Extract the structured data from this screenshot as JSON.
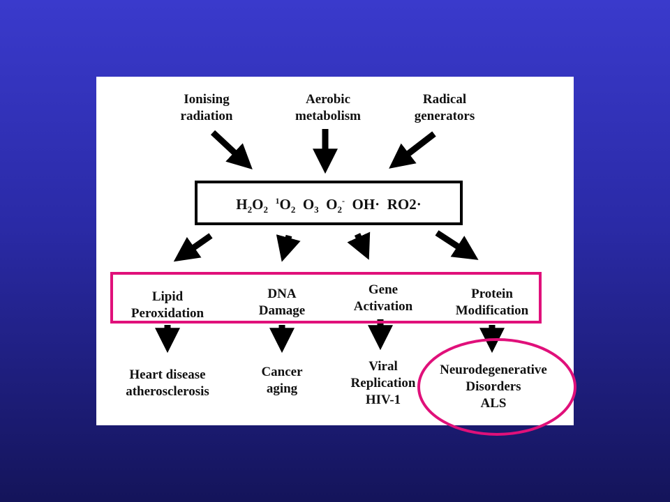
{
  "sources": [
    {
      "line1": "Ionising",
      "line2": "radiation"
    },
    {
      "line1": "Aerobic",
      "line2": "metabolism"
    },
    {
      "line1": "Radical",
      "line2": "generators"
    }
  ],
  "species": {
    "h2o2": {
      "main": "H",
      "sub1": "2",
      "main2": "O",
      "sub2": "2"
    },
    "singlet_o2": {
      "sup": "1",
      "main": "O",
      "sub": "2"
    },
    "o3": {
      "main": "O",
      "sub": "3"
    },
    "superoxide": {
      "main": "O",
      "sub": "2",
      "sup": "-"
    },
    "hydroxyl": "OH·",
    "peroxyl": "RO2·"
  },
  "effects": [
    {
      "line1": "Lipid",
      "line2": "Peroxidation"
    },
    {
      "line1": "DNA",
      "line2": "Damage"
    },
    {
      "line1": "Gene",
      "line2": "Activation"
    },
    {
      "line1": "Protein",
      "line2": "Modification"
    }
  ],
  "outcomes": [
    {
      "line1": "Heart disease",
      "line2": "atherosclerosis",
      "line3": ""
    },
    {
      "line1": "Cancer",
      "line2": "aging",
      "line3": ""
    },
    {
      "line1": "Viral",
      "line2": "Replication",
      "line3": "HIV-1"
    },
    {
      "line1": "Neurodegenerative",
      "line2": "Disorders",
      "line3": "ALS"
    }
  ],
  "colors": {
    "highlight": "#e0107a",
    "background_top": "#3a3acc",
    "background_bottom": "#14145a"
  }
}
